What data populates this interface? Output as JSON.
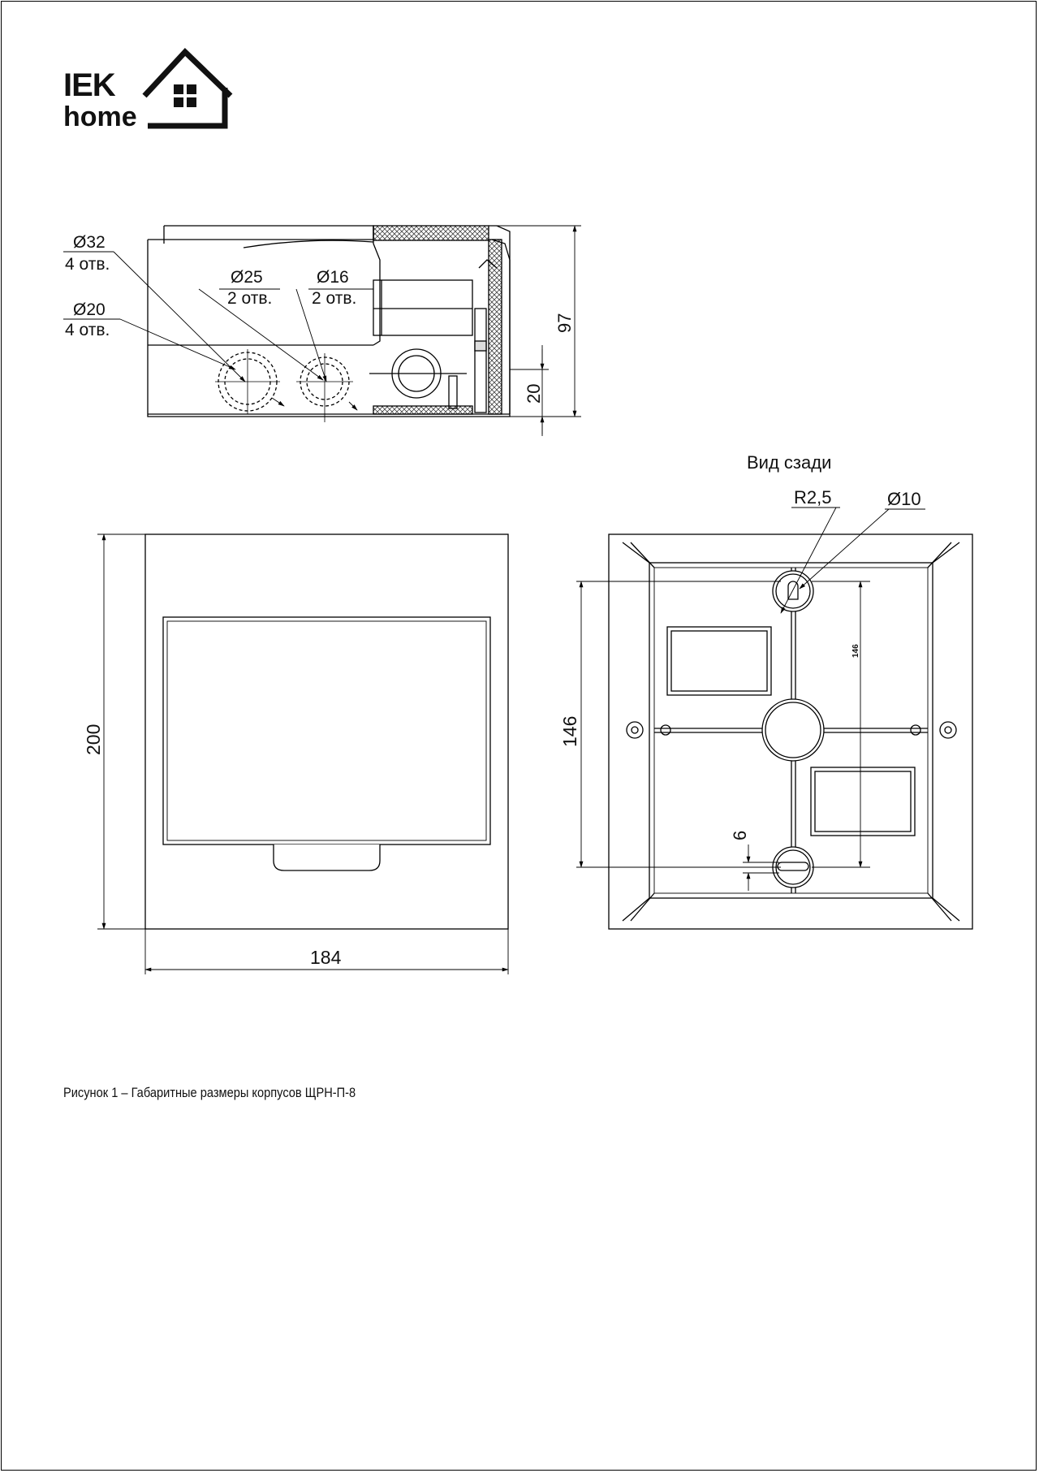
{
  "logo": {
    "brand": "IEK",
    "sub": "home"
  },
  "side_view": {
    "callouts": [
      {
        "dia": "Ø32",
        "holes": "4 отв."
      },
      {
        "dia": "Ø20",
        "holes": "4 отв."
      },
      {
        "dia": "Ø25",
        "holes": "2 отв."
      },
      {
        "dia": "Ø16",
        "holes": "2 отв."
      }
    ],
    "height_dim": "97",
    "offset_dim": "20"
  },
  "front_view": {
    "height_dim": "200",
    "width_dim": "184"
  },
  "rear_view": {
    "title": "Вид сзади",
    "radius_label": "R2,5",
    "hole_label": "Ø10",
    "spacing_dim": "146",
    "spacing_inner": "146",
    "slot_dim": "6"
  },
  "caption": "Рисунок 1 – Габаритные размеры корпусов ЩРН-П-8"
}
